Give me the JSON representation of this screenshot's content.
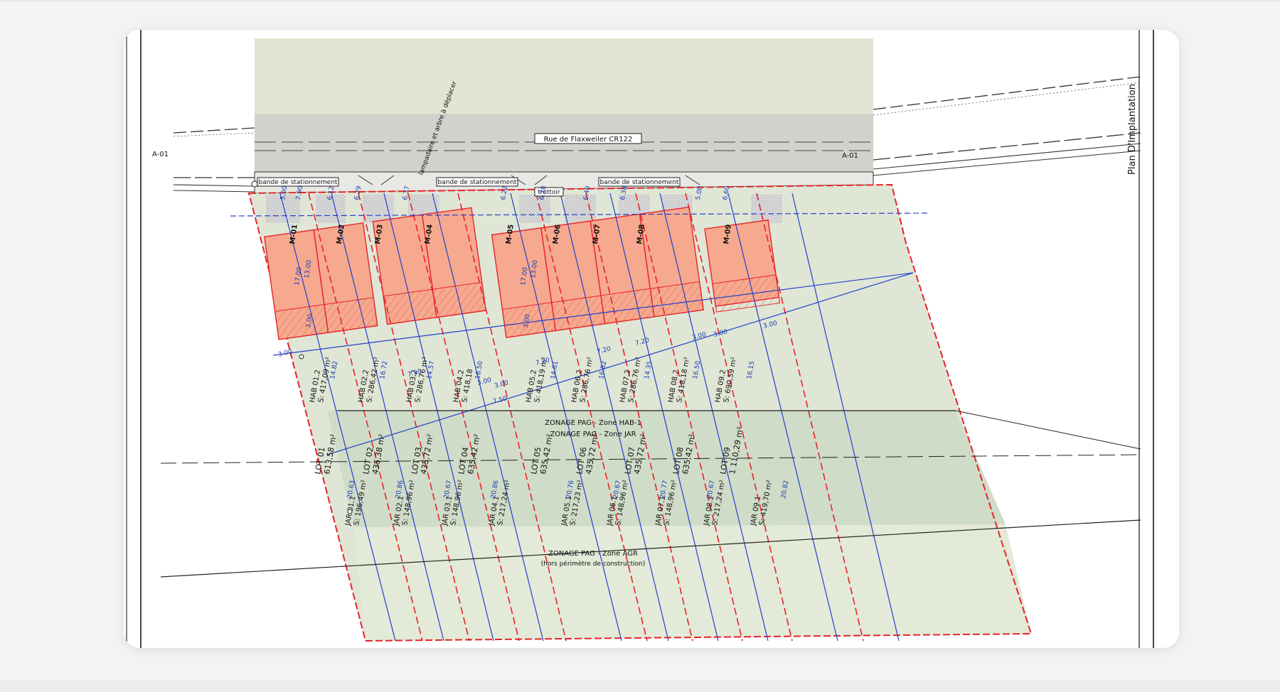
{
  "plan_title": "Plan D'Implantation",
  "street": {
    "name": "Rue de Flaxweiler CR122",
    "section_marker": "A-01"
  },
  "note_lamp": "lampadaire et arbre à déplacer",
  "parking_labels": [
    "bande de stationnement",
    "bande de stationnement",
    "bande de stationnement"
  ],
  "sidewalk_label": "trottoir",
  "zones": {
    "hab": "ZONAGE PAG - Zone HAB-1",
    "jar": "ZONAGE PAG - Zone JAR",
    "agr": "ZONAGE PAG - Zone AGR",
    "agr_note": "(hors périmètre de construction)"
  },
  "houses": [
    "M-01",
    "M-02",
    "M-03",
    "M-04",
    "M-05",
    "M-06",
    "M-07",
    "M-08",
    "M-09"
  ],
  "lots": [
    {
      "lot": "LOT 01",
      "area": "613,58 m²",
      "hab": "HAB 01.2",
      "hab_area": "S: 417,09 m²",
      "jar": "JAR 01.1",
      "jar_area": "S: 196,49 m²"
    },
    {
      "lot": "LOT 02",
      "area": "435,38 m²",
      "hab": "HAB 02.2",
      "hab_area": "S: 286,42 m²",
      "jar": "JAR 02.1",
      "jar_area": "S: 148,96 m²"
    },
    {
      "lot": "LOT 03",
      "area": "435,72 m²",
      "hab": "HAB 03.2",
      "hab_area": "S: 286,76 m²",
      "jar": "JAR 03.1",
      "jar_area": "S: 148,96 m²"
    },
    {
      "lot": "LOT 04",
      "area": "635,42 m²",
      "hab": "HAB 04.2",
      "hab_area": "S: 418,18",
      "jar": "JAR 04.1",
      "jar_area": "S: 217,24 m²"
    },
    {
      "lot": "LOT 05",
      "area": "635,42 m²",
      "hab": "HAB 05.2",
      "hab_area": "S: 418,19 m²",
      "jar": "JAR 05.1",
      "jar_area": "S: 217,23 m²"
    },
    {
      "lot": "LOT 06",
      "area": "435,72 m²",
      "hab": "HAB 06.2",
      "hab_area": "S: 286,76 m²",
      "jar": "JAR 06.1",
      "jar_area": "S: 148,96 m²"
    },
    {
      "lot": "LOT 07",
      "area": "435,72 m²",
      "hab": "HAB 07.2",
      "hab_area": "S: 286,76 m²",
      "jar": "JAR 07.1",
      "jar_area": "S: 148,96 m²"
    },
    {
      "lot": "LOT 08",
      "area": "635,42 m²",
      "hab": "HAB 08.2",
      "hab_area": "S: 418,18 m²",
      "jar": "JAR 08.1",
      "jar_area": "S: 217,24 m²"
    },
    {
      "lot": "LOT 09",
      "area": "1 110,29 m²",
      "hab": "HAB 09.2",
      "hab_area": "S: 690,59 m²",
      "jar": "JAR 09.1",
      "jar_area": "S: 419,70 m²"
    }
  ],
  "dims_front": [
    "5.00",
    "7.90",
    "6.12",
    "6.29",
    "6.37",
    "6.22",
    "6.28",
    "6.40",
    "6.38",
    "5.00",
    "6.60"
  ],
  "dims_house": [
    "17.00",
    "13.00",
    "3.00"
  ],
  "dims_side": [
    "3.00",
    "7.50",
    "3.00",
    "3.00",
    "7.50",
    "7.20",
    "7.20",
    "7.20",
    "3.00",
    "3.00",
    "3.00"
  ],
  "dims_mid": [
    "14.82",
    "16.72",
    "14.57",
    "16.50",
    "14.61",
    "16.82",
    "14.35",
    "16.50",
    "16.15"
  ],
  "dims_rear": [
    "20.63",
    "20.86",
    "20.67",
    "20.86",
    "20.76",
    "20.67",
    "20.77",
    "20.67",
    "20.82"
  ],
  "colors": {
    "road": "#cfd3cc",
    "hab_zone": "#dfe6d6",
    "jar_zone": "#cfdcc8",
    "agr_zone": "#e3ead7",
    "house": "#f6a98e",
    "lot_line": "#e8232a",
    "dim_line": "#2440c8",
    "stripe": "#9a9a9a"
  }
}
